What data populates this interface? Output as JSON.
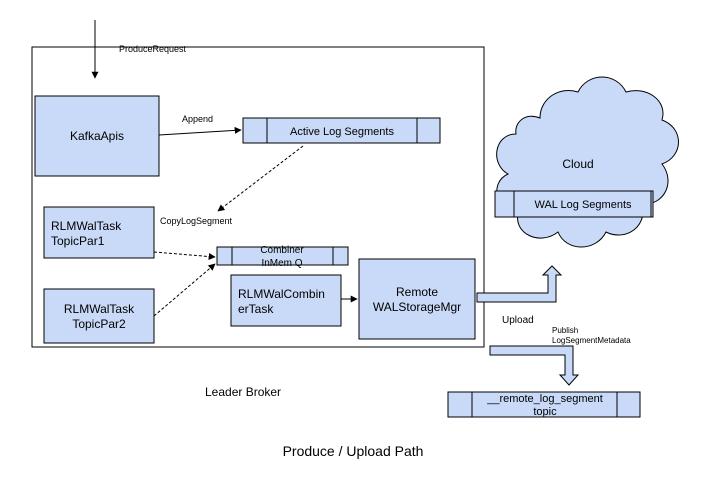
{
  "colors": {
    "box_fill": "#c9daf8",
    "stroke": "#000000",
    "broker_border": "#000000"
  },
  "labels": {
    "produce_request": "ProduceRequest",
    "append": "Append",
    "copy_log_segment": "CopyLogSegment",
    "upload": "Upload",
    "publish_line1": "Publish",
    "publish_line2": "LogSegmentMetadata",
    "leader_broker": "Leader Broker",
    "diagram_title": "Produce / Upload Path"
  },
  "nodes": {
    "kafka_apis": "KafkaApis",
    "active_log_segments": "Active Log Segments",
    "rlm_wal_task_1_line1": "RLMWalTask",
    "rlm_wal_task_1_line2": "TopicPar1",
    "rlm_wal_task_2_line1": "RLMWalTask",
    "rlm_wal_task_2_line2": "TopicPar2",
    "combiner_line1": "Combiner",
    "combiner_line2": "InMem Q",
    "rlm_wal_combiner_line1": "RLMWalCombin",
    "rlm_wal_combiner_line2": "erTask",
    "remote_wal_line1": "Remote",
    "remote_wal_line2": "WALStorageMgr",
    "cloud": "Cloud",
    "wal_log_segments": "WAL Log Segments",
    "remote_log_segment_topic_line1": "__remote_log_segment",
    "remote_log_segment_topic_line2": "topic"
  }
}
